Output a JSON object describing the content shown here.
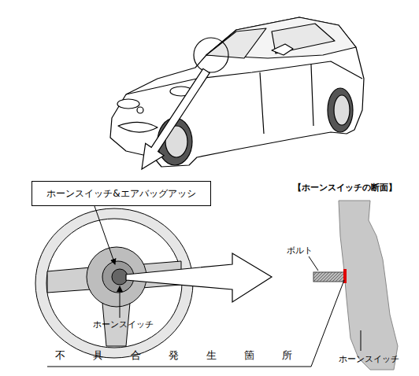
{
  "diagram": {
    "nodes": [
      {
        "text": [
          "ホーンスイッチ&エアバッグアッシ"
        ]
      }
    ],
    "labels": [
      "【ホーンスイッチの断面】",
      "ボルト",
      "ホーンスイッチ",
      "ホーンスイッチ",
      "不具合発生箇所"
    ]
  }
}
